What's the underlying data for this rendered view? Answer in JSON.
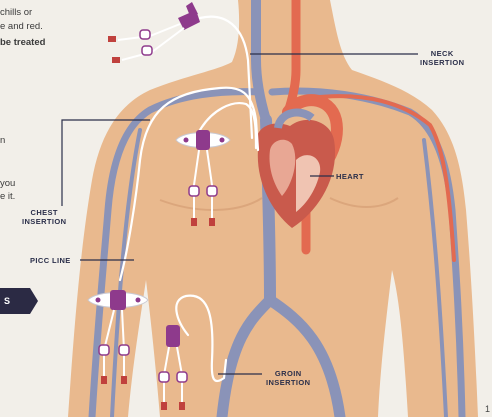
{
  "text_fragments": [
    {
      "id": "f1",
      "text": "chills or",
      "bold": false
    },
    {
      "id": "f2",
      "text": "e and red.",
      "bold": false
    },
    {
      "id": "f3",
      "text": "be treated",
      "bold": true
    },
    {
      "id": "f4",
      "text": "n",
      "bold": false
    },
    {
      "id": "f5",
      "text": "you",
      "bold": false
    },
    {
      "id": "f6",
      "text": "e it.",
      "bold": false
    }
  ],
  "labels": {
    "neck": [
      "NECK",
      "INSERTION"
    ],
    "heart": "HEART",
    "chest": [
      "CHEST",
      "INSERTION"
    ],
    "picc": "PICC LINE",
    "groin": [
      "GROIN",
      "INSERTION"
    ]
  },
  "tab_label": "S",
  "page_number": "1",
  "colors": {
    "background": "#f2efe9",
    "skin": "#e9b98e",
    "artery": "#e36a50",
    "vein": "#8a93b8",
    "catheter": "#ffffff",
    "connector": "#8e3a8c",
    "label": "#2b2f4a"
  }
}
